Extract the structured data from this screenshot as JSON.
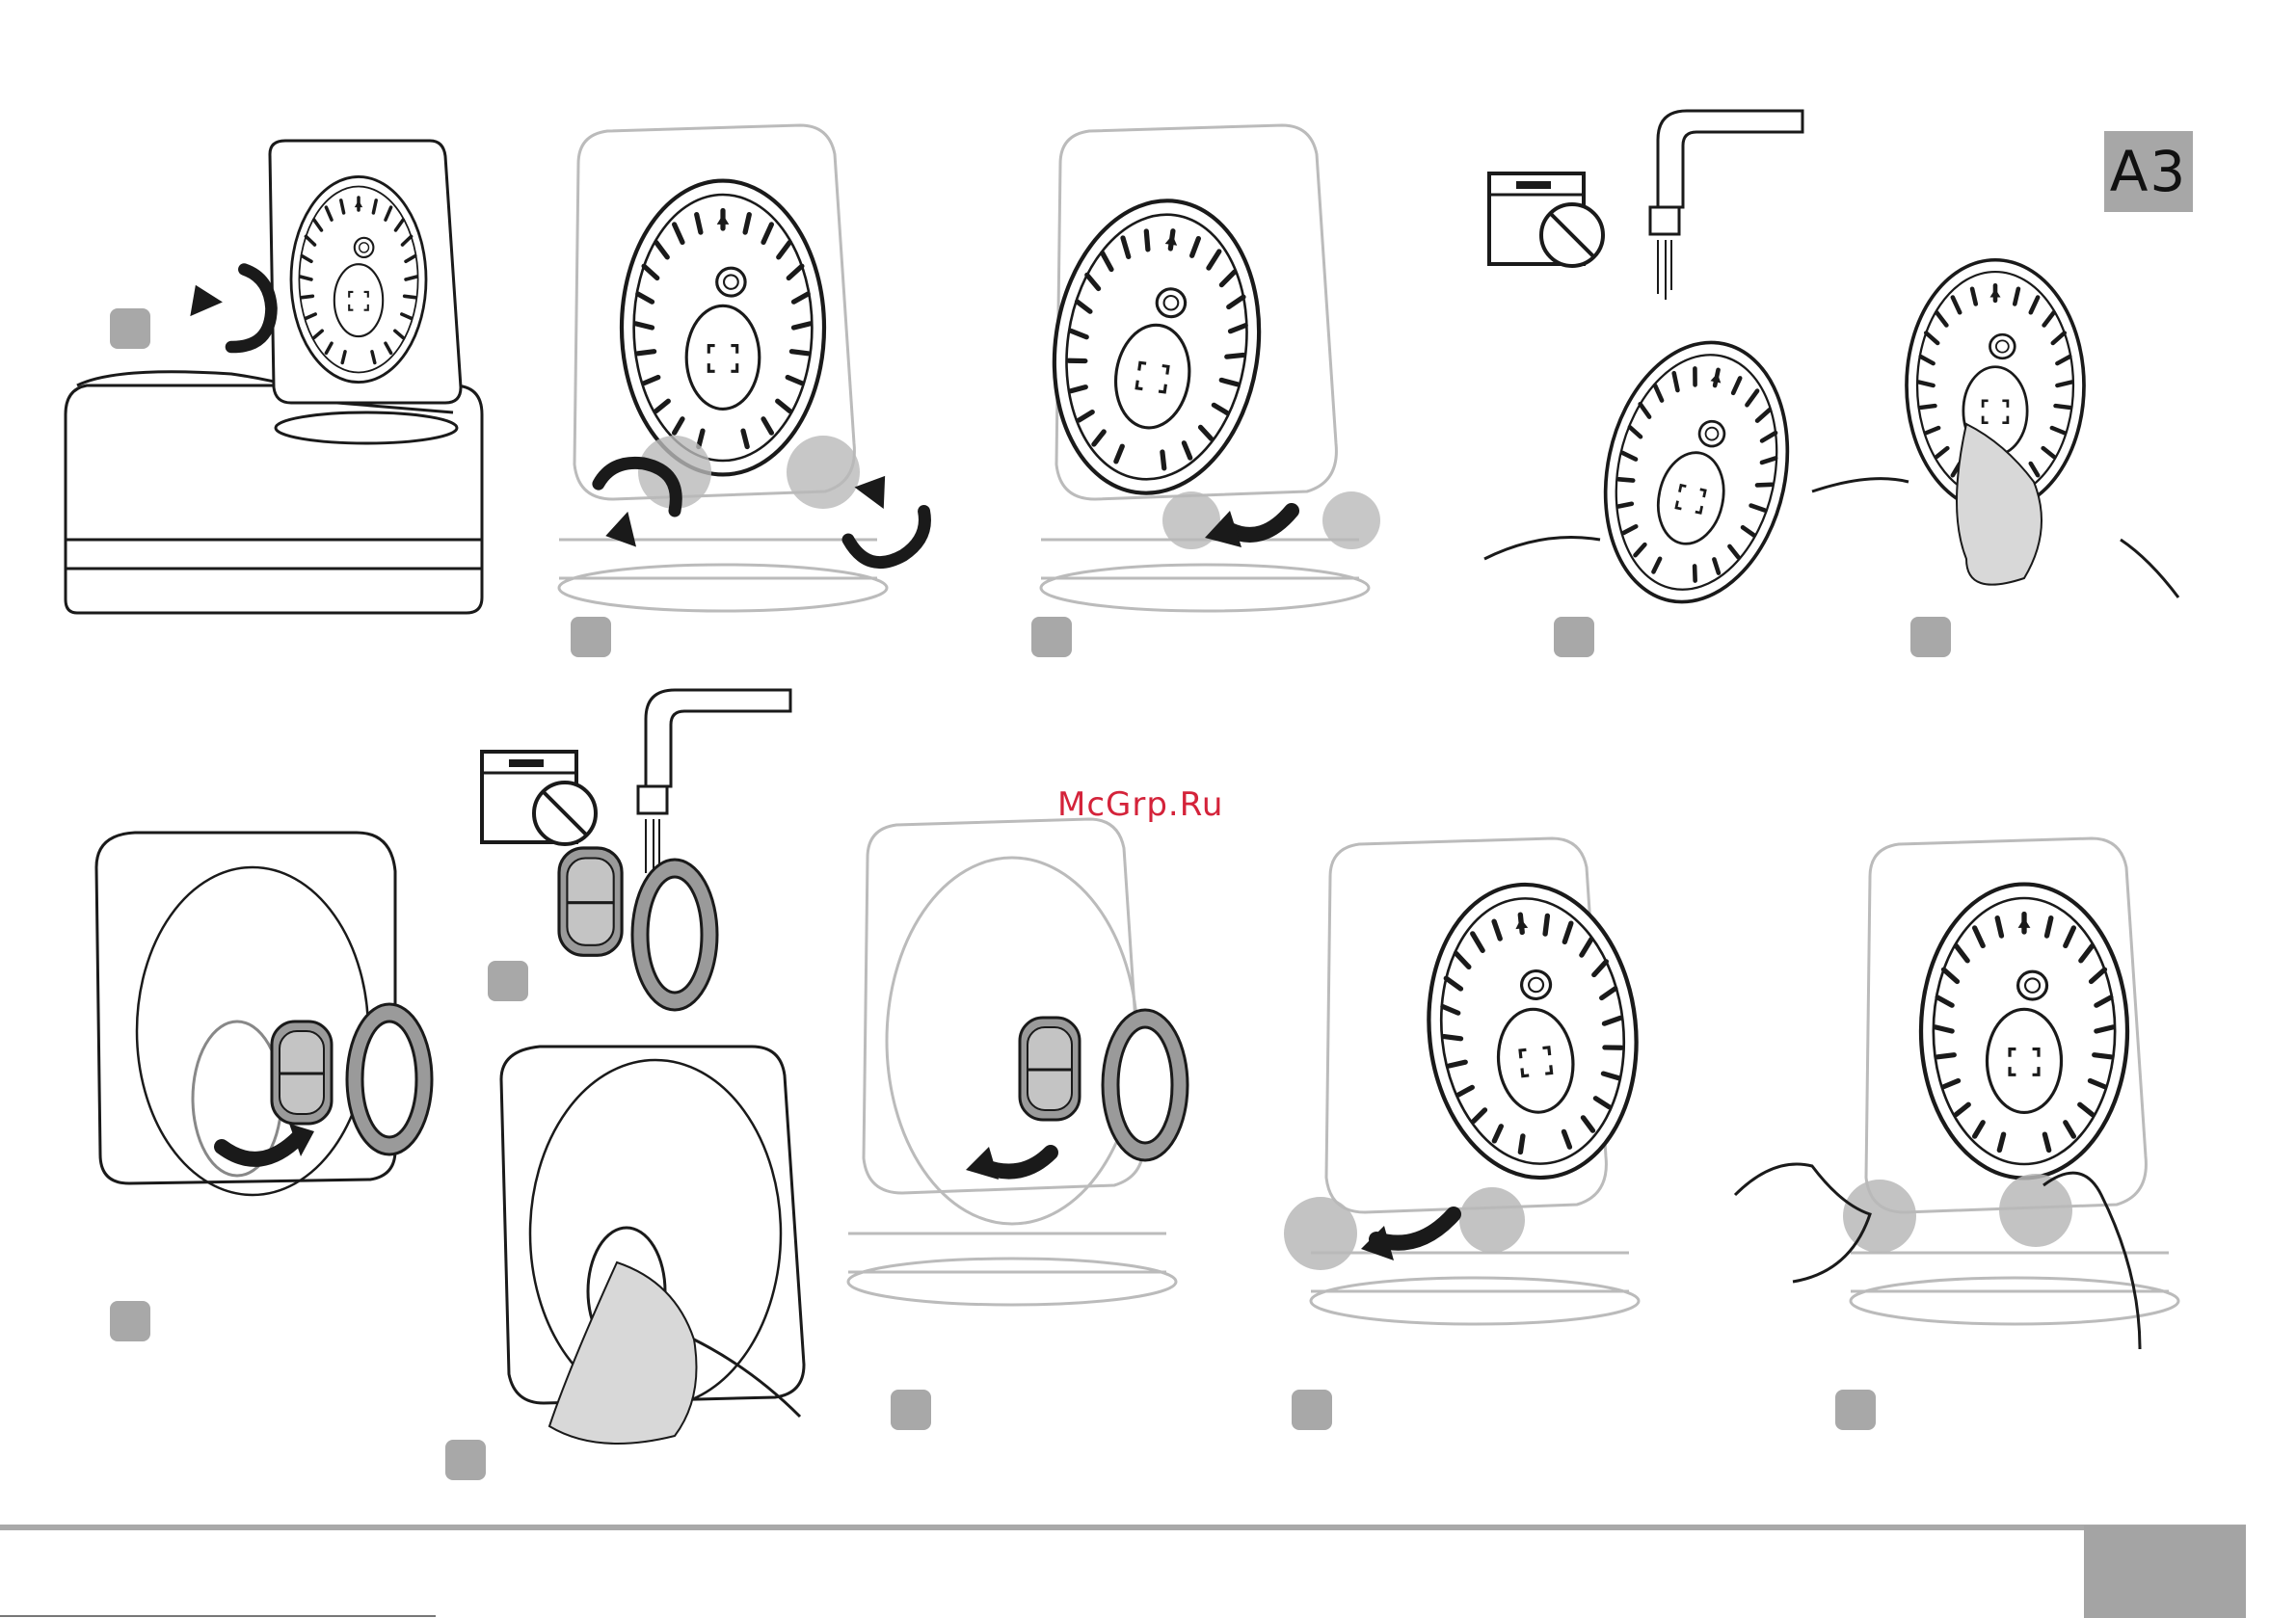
{
  "page": {
    "section_label": "A3",
    "watermark": "McGrp.Ru"
  },
  "steps": [
    {
      "id": "step-1",
      "action": "open-lid"
    },
    {
      "id": "step-2",
      "action": "release-inner-lid-clips"
    },
    {
      "id": "step-3",
      "action": "remove-inner-lid"
    },
    {
      "id": "step-4",
      "action": "rinse-under-tap",
      "warning_icon": "no-dishwasher-icon"
    },
    {
      "id": "step-5",
      "action": "wipe-dry-with-cloth"
    },
    {
      "id": "step-6",
      "action": "remove-steam-valve-and-seal"
    },
    {
      "id": "step-7",
      "action": "rinse-valve-parts",
      "warning_icon": "no-dishwasher-icon"
    },
    {
      "id": "step-8",
      "action": "wipe-lid-with-cloth"
    },
    {
      "id": "step-9",
      "action": "refit-steam-valve"
    },
    {
      "id": "step-10",
      "action": "refit-inner-lid"
    },
    {
      "id": "step-11",
      "action": "press-inner-lid-clips"
    }
  ],
  "colors": {
    "step_marker": "#a8a8a8",
    "highlight": "#b9b9b9",
    "line": "#1a1a1a",
    "ghost_line": "#b5b5b5",
    "cloth": "#d8d8d8"
  }
}
